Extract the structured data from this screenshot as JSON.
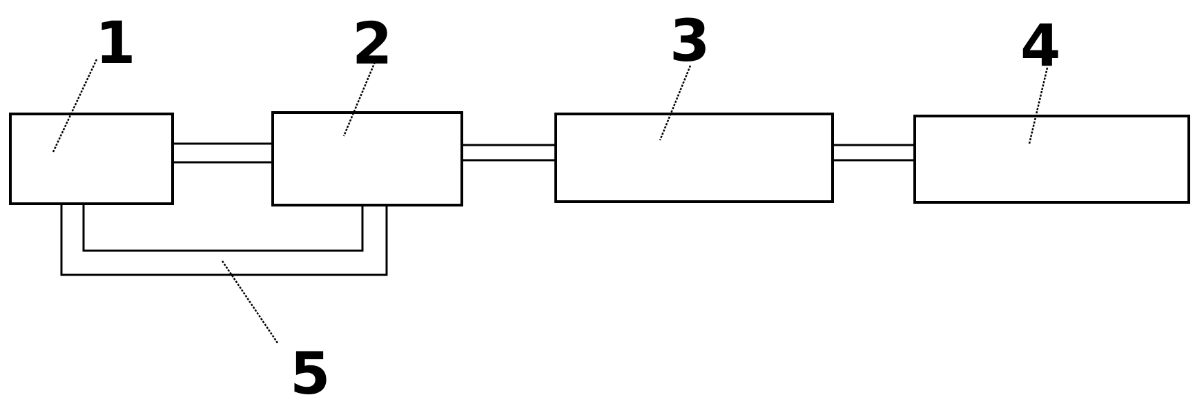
{
  "diagram": {
    "callouts": {
      "c1": "1",
      "c2": "2",
      "c3": "3",
      "c4": "4",
      "c5": "5"
    },
    "colors": {
      "stroke": "#000000",
      "background": "#ffffff"
    }
  }
}
